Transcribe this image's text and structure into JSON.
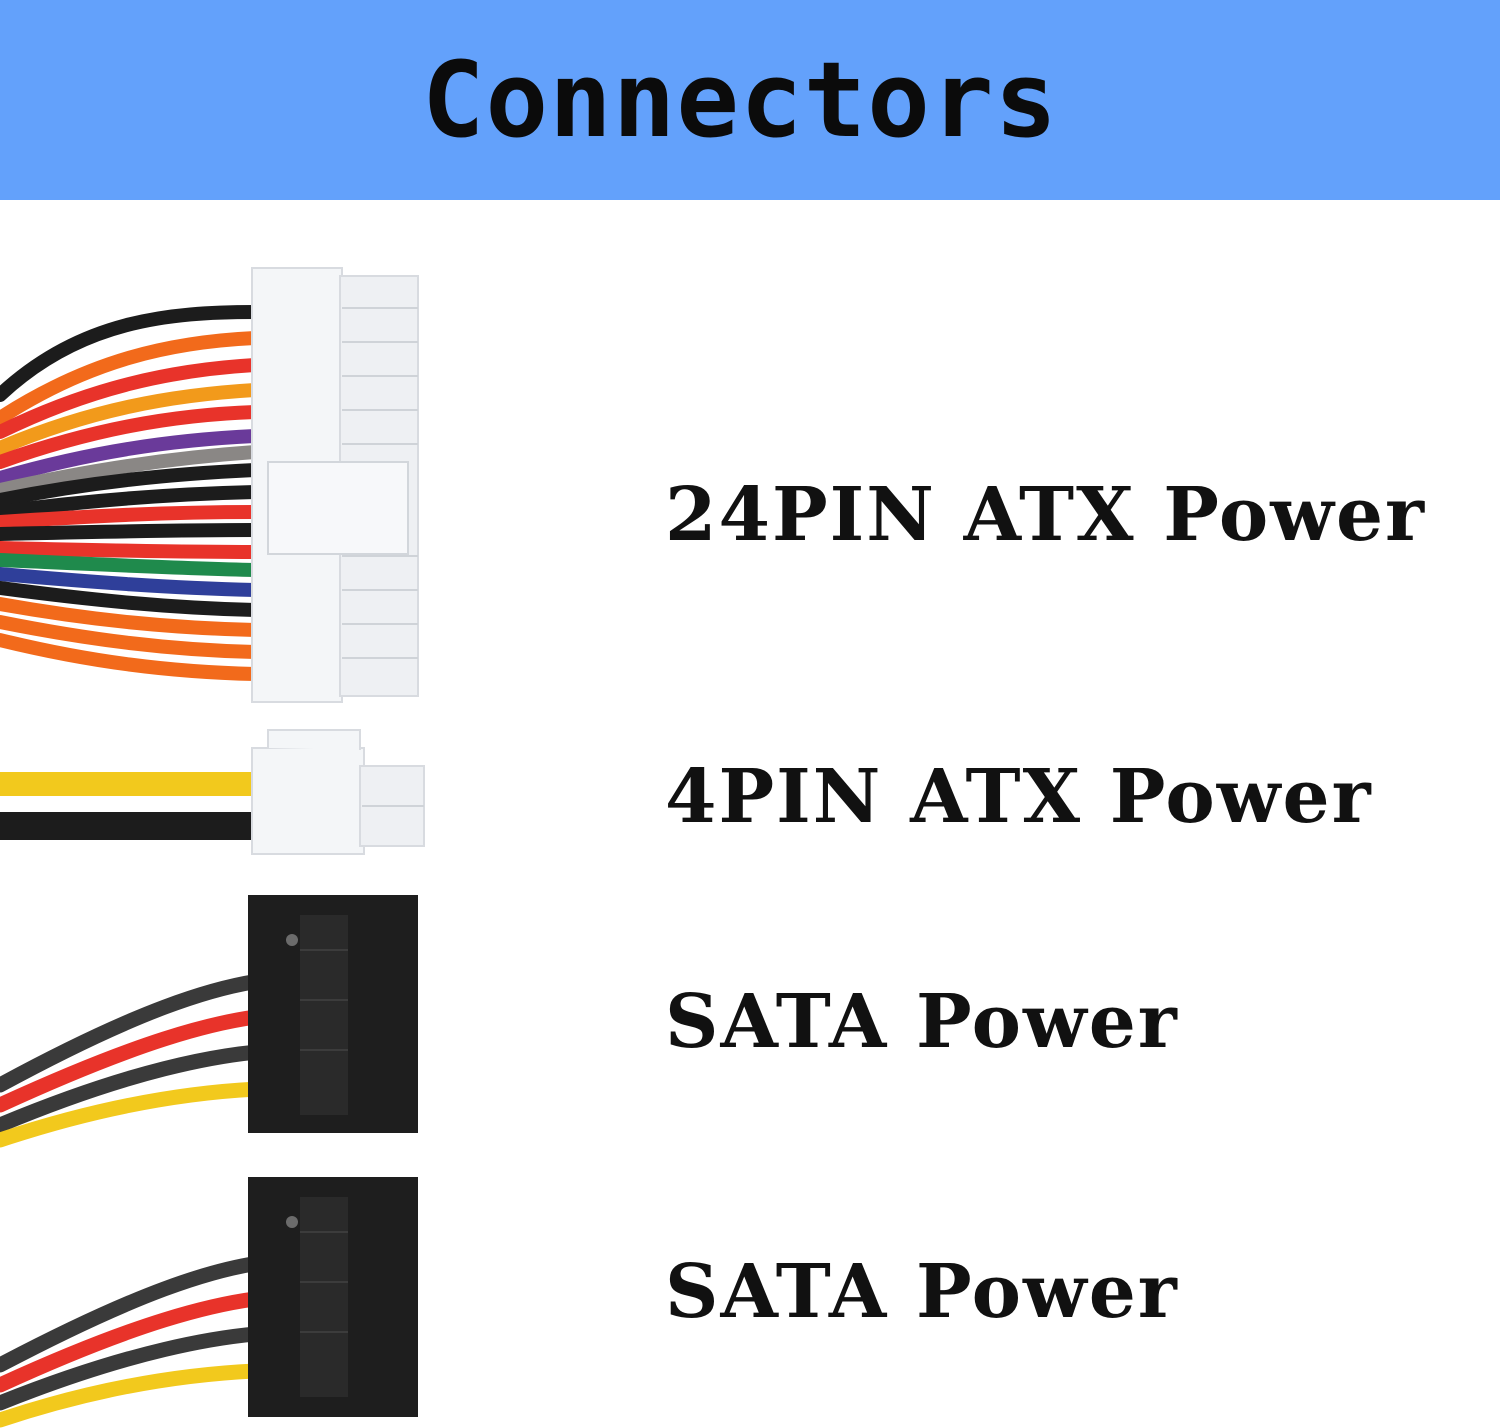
{
  "header": {
    "title": "Connectors"
  },
  "connectors": [
    {
      "label": "24PIN ATX Power",
      "icon": "atx-24pin-connector"
    },
    {
      "label": "4PIN ATX Power",
      "icon": "atx-4pin-connector"
    },
    {
      "label": "SATA Power",
      "icon": "sata-connector"
    },
    {
      "label": "SATA Power",
      "icon": "sata-connector"
    }
  ],
  "colors": {
    "header_bg": "#63a1fb",
    "wire_black": "#1c1c1c",
    "wire_red": "#e8332a",
    "wire_orange": "#f26a1b",
    "wire_yellow": "#f2c91d",
    "wire_purple": "#6a3a9a",
    "wire_gray": "#8a8785",
    "wire_green": "#1f8a4c",
    "wire_blue": "#2f3f9a",
    "connector_white": "#f4f6f8",
    "connector_black": "#1e1e1e"
  }
}
